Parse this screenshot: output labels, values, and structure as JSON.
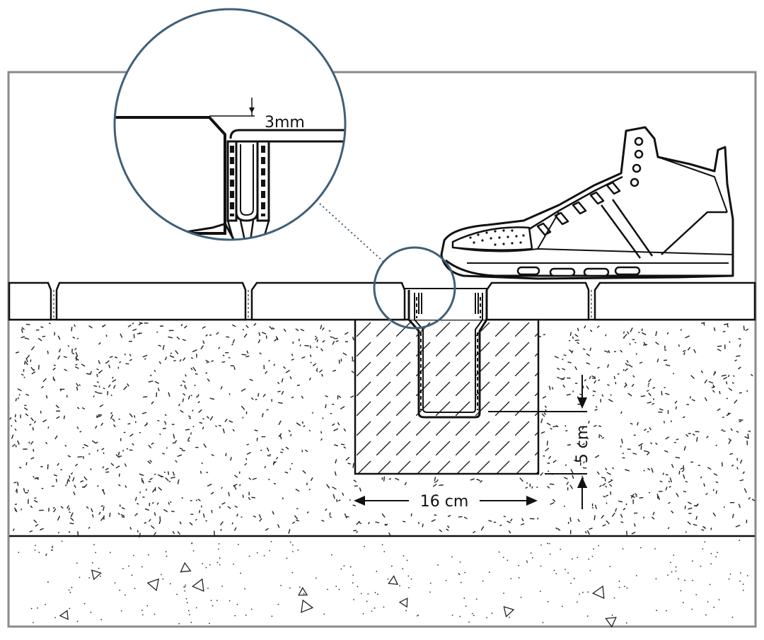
{
  "labels": {
    "gap": "3mm",
    "depth": "5 cm",
    "width": "16 cm"
  },
  "colors": {
    "frame": "#8a8a8a",
    "ink": "#111111",
    "callout": "#3f5f78",
    "background": "#ffffff"
  },
  "parts": {
    "shoe": "sneaker-icon",
    "drain": "slot-drain-channel",
    "callout": "magnifier-circle"
  }
}
